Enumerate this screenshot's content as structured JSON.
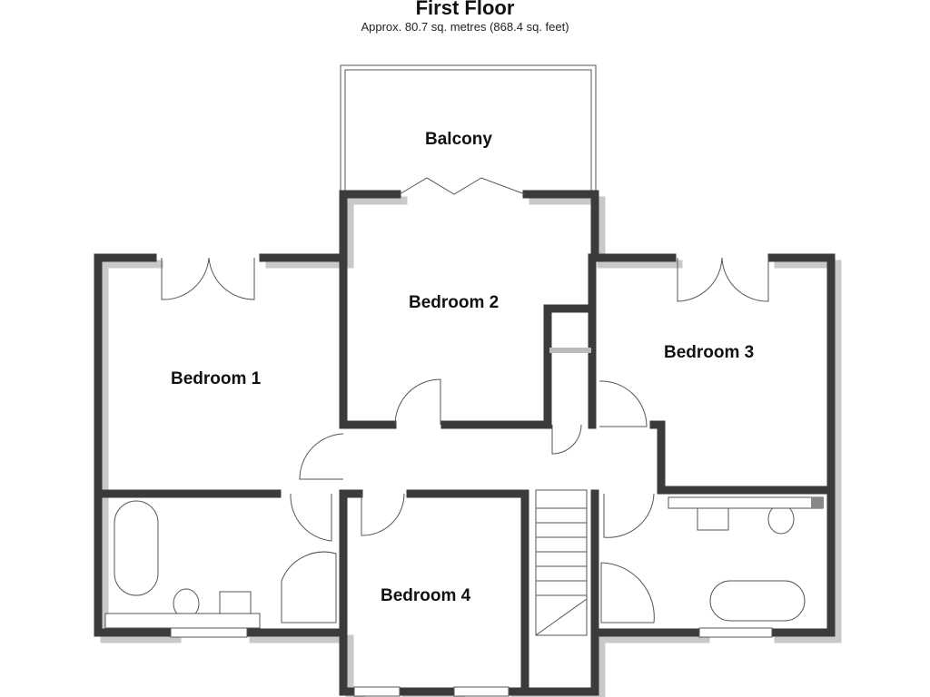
{
  "header": {
    "title": "First Floor",
    "area": "Approx. 80.7 sq. metres (868.4 sq. feet)"
  },
  "rooms": {
    "balcony": "Balcony",
    "bedroom1": "Bedroom 1",
    "bedroom2": "Bedroom 2",
    "bedroom3": "Bedroom 3",
    "bedroom4": "Bedroom 4"
  },
  "colors": {
    "wall": "#3b3b3b",
    "shadow": "#c9c9c9"
  }
}
